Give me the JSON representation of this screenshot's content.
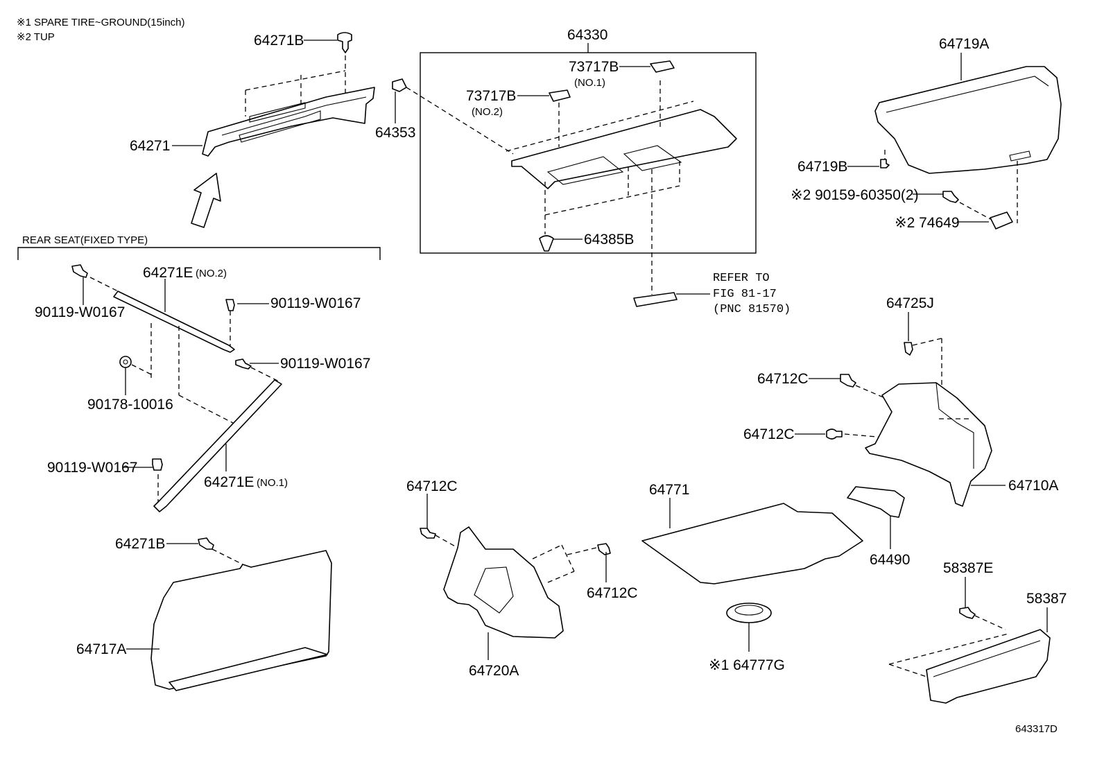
{
  "notes": {
    "note1": "※1 SPARE TIRE~GROUND(15inch)",
    "note2": "※2 TUP"
  },
  "section": {
    "rear_seat": "REAR SEAT(FIXED TYPE)"
  },
  "refer": {
    "line1": "REFER TO",
    "line2": "FIG 81-17",
    "line3": "(PNC 81570)"
  },
  "labels": {
    "p64271B_top": "64271B",
    "p64271": "64271",
    "p64353": "64353",
    "p64330": "64330",
    "p73717B_a": "73717B",
    "p73717B_a_sub": "(NO.1)",
    "p73717B_b": "73717B",
    "p73717B_b_sub": "(NO.2)",
    "p64385B": "64385B",
    "p64719A": "64719A",
    "p64719B": "64719B",
    "p90159": "※2 90159-60350(2)",
    "p74649": "※2 74649",
    "p64271E_2": "64271E",
    "p64271E_2_sub": "(NO.2)",
    "p64271E_1": "64271E",
    "p64271E_1_sub": "(NO.1)",
    "p90119_a": "90119-W0167",
    "p90119_b": "90119-W0167",
    "p90119_c": "90119-W0167",
    "p90119_d": "90119-W0167",
    "p90178": "90178-10016",
    "p64725J": "64725J",
    "p64712C_a": "64712C",
    "p64712C_b": "64712C",
    "p64712C_c": "64712C",
    "p64712C_d": "64712C",
    "p64710A": "64710A",
    "p64771": "64771",
    "p64490": "64490",
    "p64271B_bot": "64271B",
    "p64717A": "64717A",
    "p64720A": "64720A",
    "p64777G": "※1 64777G",
    "p58387E": "58387E",
    "p58387": "58387"
  },
  "figure_id": "643317D"
}
